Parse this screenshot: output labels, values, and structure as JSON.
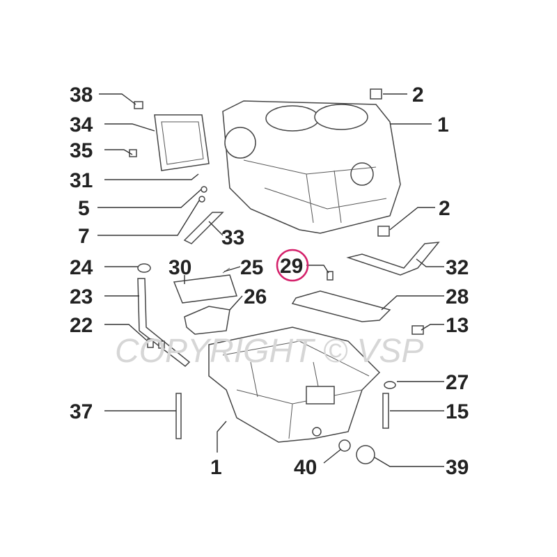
{
  "watermark": "COPYRIGHT © VSP",
  "highlight_color": "#d4206a",
  "highlighted_label": "29",
  "labels": {
    "l38": "38",
    "l34": "34",
    "l35": "35",
    "l31": "31",
    "l5": "5",
    "l7": "7",
    "l24": "24",
    "l23": "23",
    "l22": "22",
    "l37": "37",
    "l2a": "2",
    "l1a": "1",
    "l2b": "2",
    "l33": "33",
    "l30": "30",
    "l25": "25",
    "l29": "29",
    "l32": "32",
    "l26": "26",
    "l28": "28",
    "l13": "13",
    "l27": "27",
    "l15": "15",
    "l1b": "1",
    "l40": "40",
    "l39": "39"
  }
}
